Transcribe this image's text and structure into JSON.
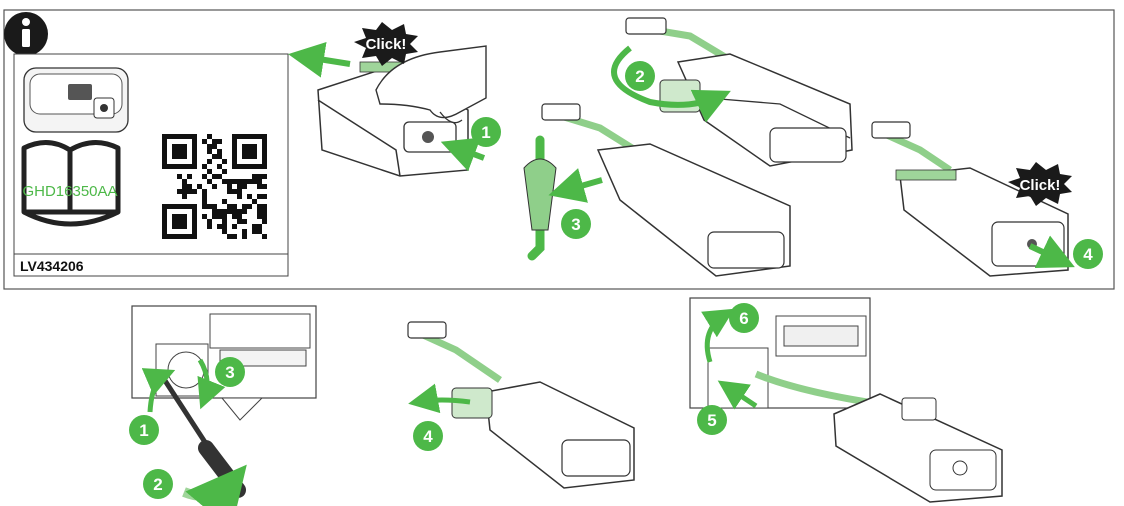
{
  "info_box": {
    "icon": "info-icon",
    "doc_code": "GHD16350AA",
    "part_number": "LV434206"
  },
  "callouts": {
    "click": "Click!"
  },
  "steps_top": [
    "1",
    "2",
    "3",
    "4"
  ],
  "steps_bottom": [
    "1",
    "2",
    "3",
    "4",
    "5",
    "6"
  ],
  "colors": {
    "accent_green": "#4db848",
    "light_green": "#9fd59a",
    "line": "#333333",
    "burst": "#1a1a1a",
    "wire": "#8fcf8a"
  }
}
